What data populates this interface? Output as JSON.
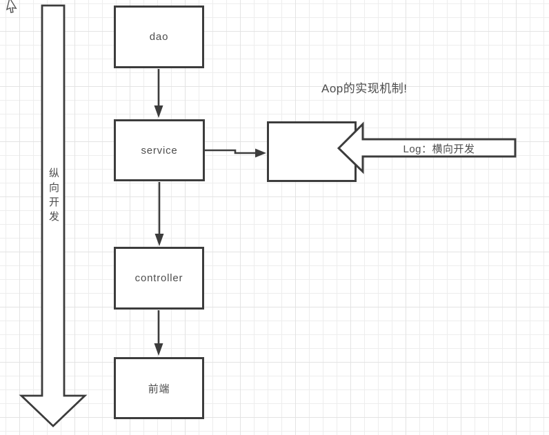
{
  "canvas": {
    "background": "#ffffff",
    "grid_minor_color": "#ededed",
    "grid_major_color": "#e3e3e3"
  },
  "shape_style": {
    "stroke": "#3c3c3c",
    "fill": "#ffffff",
    "text_color": "#4c4c4c"
  },
  "annotation": {
    "text": "Aop的实现机制!"
  },
  "vertical_arrow": {
    "label": "纵向开发"
  },
  "log_arrow": {
    "label": "Log：横向开发"
  },
  "boxes": {
    "dao": {
      "label": "dao"
    },
    "service": {
      "label": "service"
    },
    "controller": {
      "label": "controller"
    },
    "frontend": {
      "label": "前端"
    }
  },
  "icons": {
    "cursor": "arrow-pointer"
  }
}
